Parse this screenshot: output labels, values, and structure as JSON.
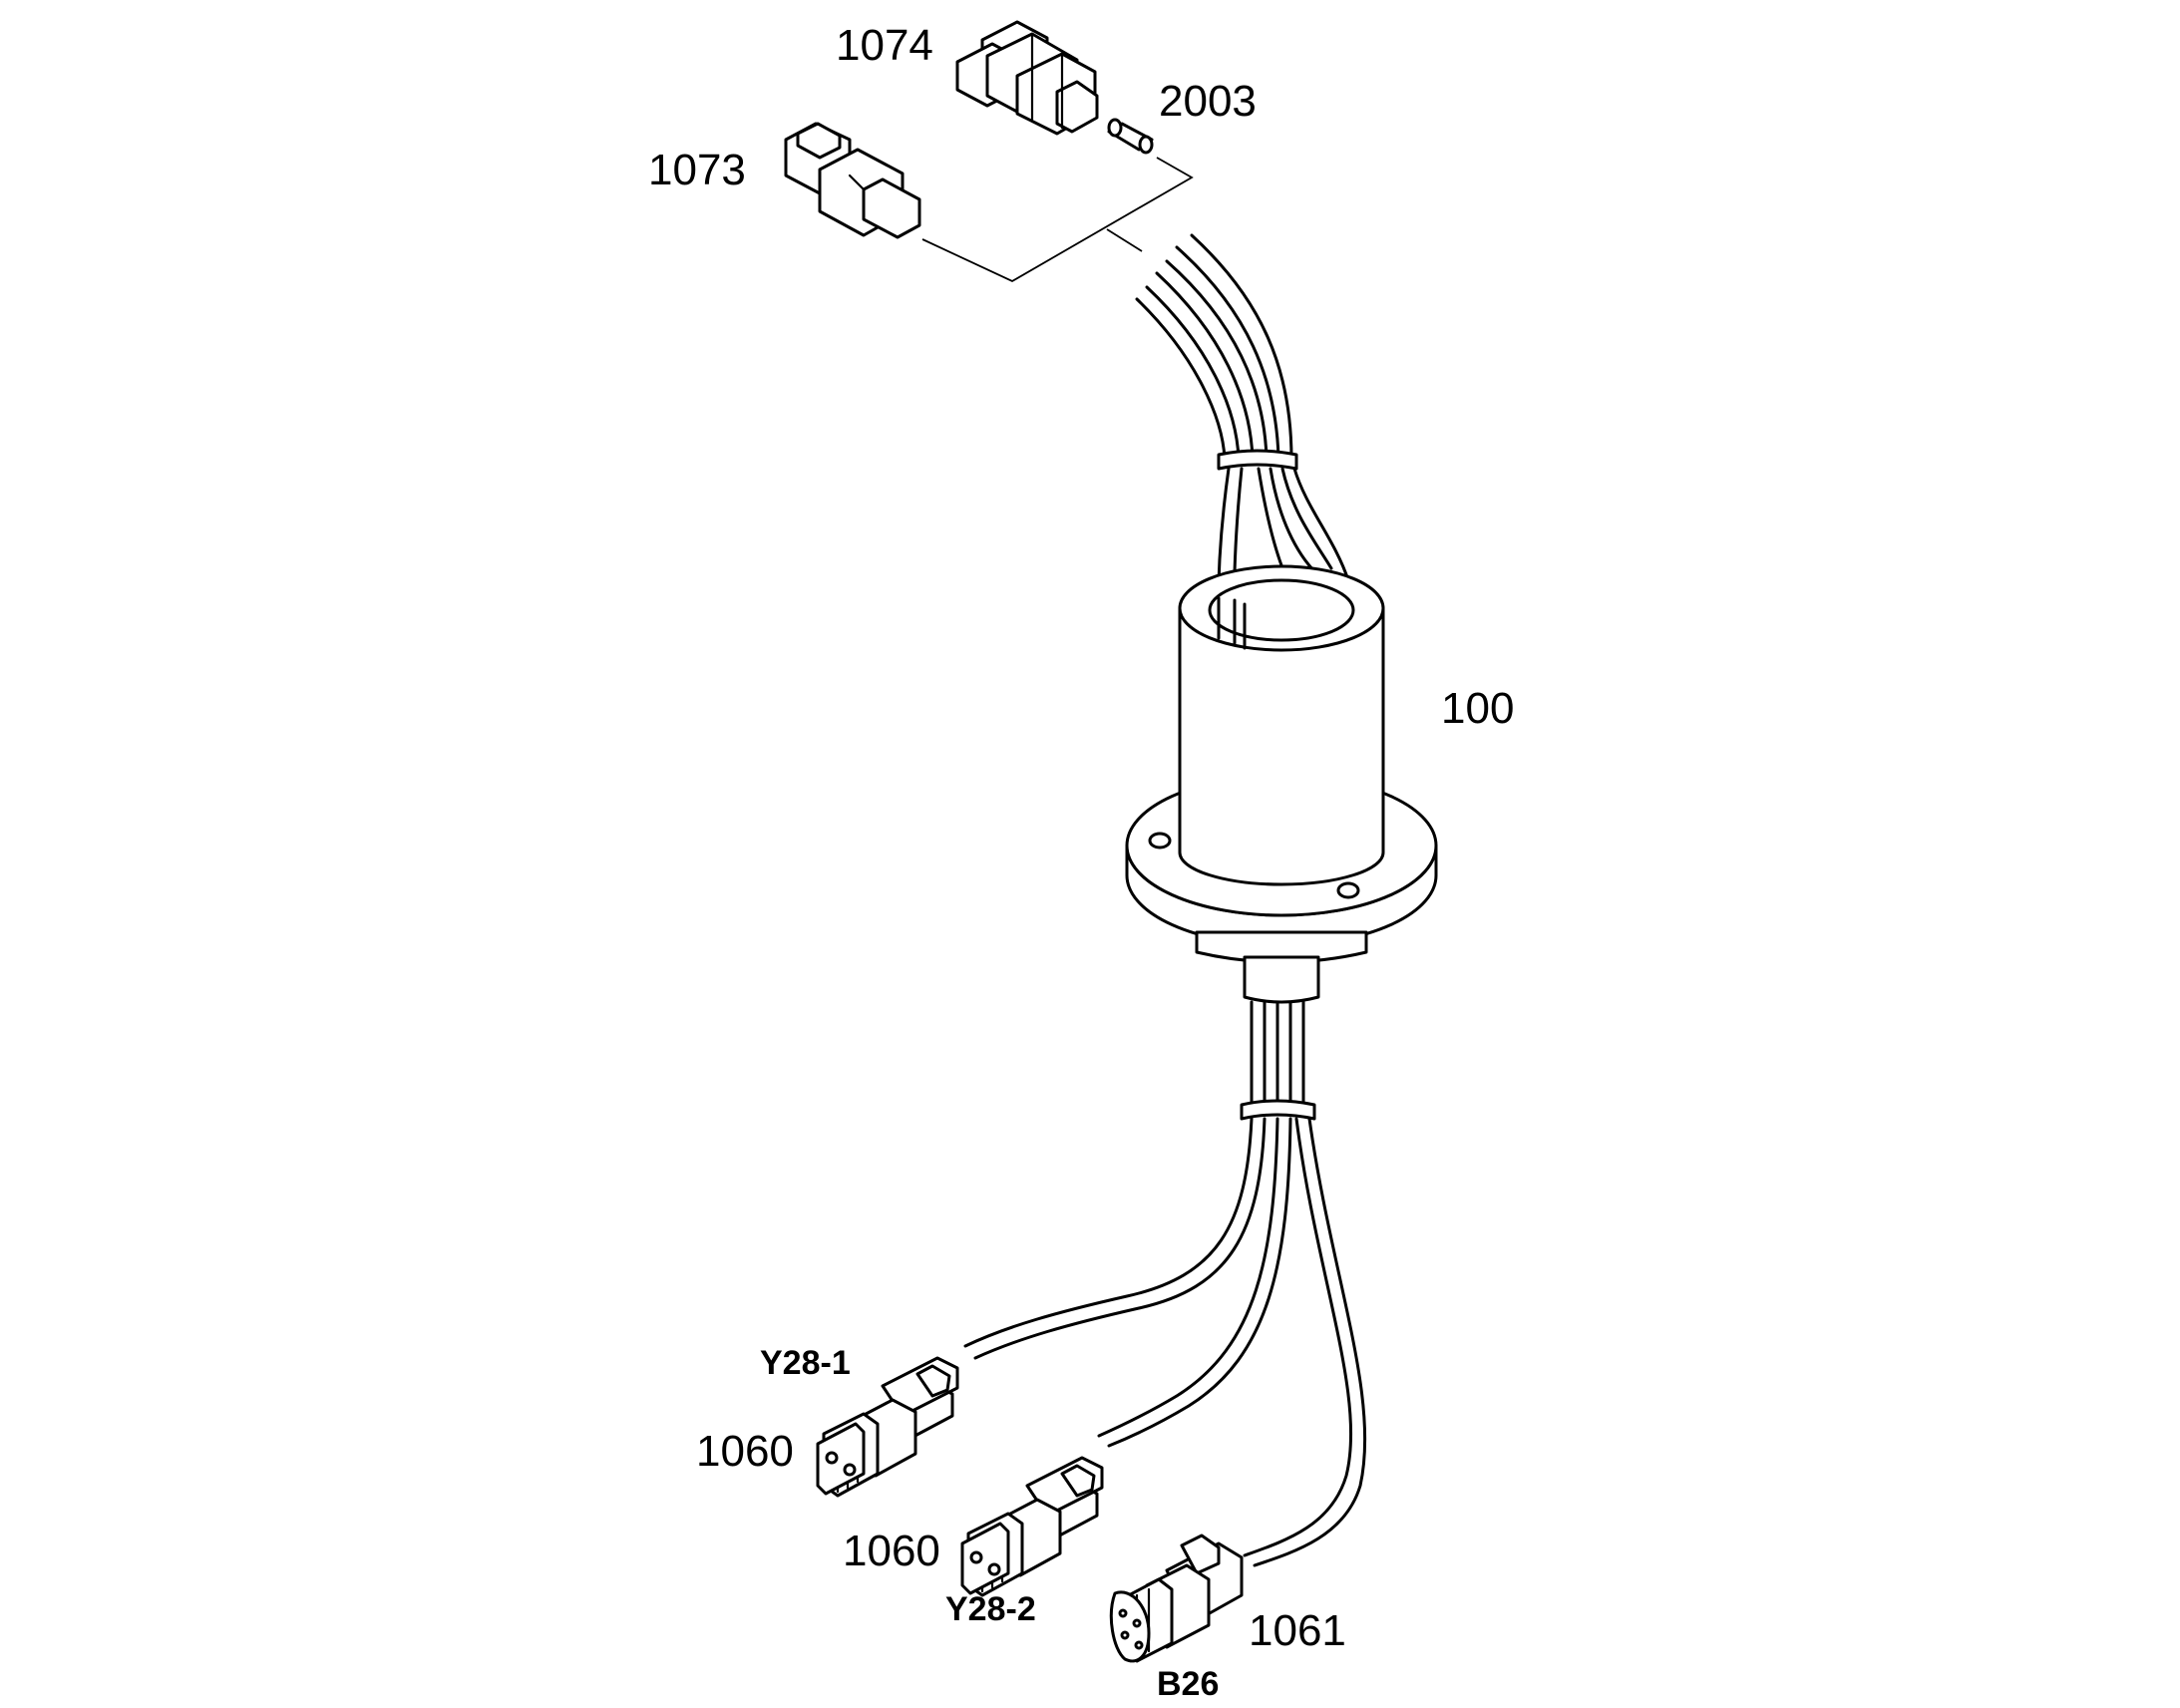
{
  "labels": {
    "p1074": "1074",
    "p2003": "2003",
    "p1073": "1073",
    "p100": "100",
    "y28_1": "Y28-1",
    "p1060a": "1060",
    "p1060b": "1060",
    "y28_2": "Y28-2",
    "p1061": "1061",
    "b26": "B26"
  },
  "colors": {
    "line": "#000000",
    "background": "#ffffff"
  }
}
